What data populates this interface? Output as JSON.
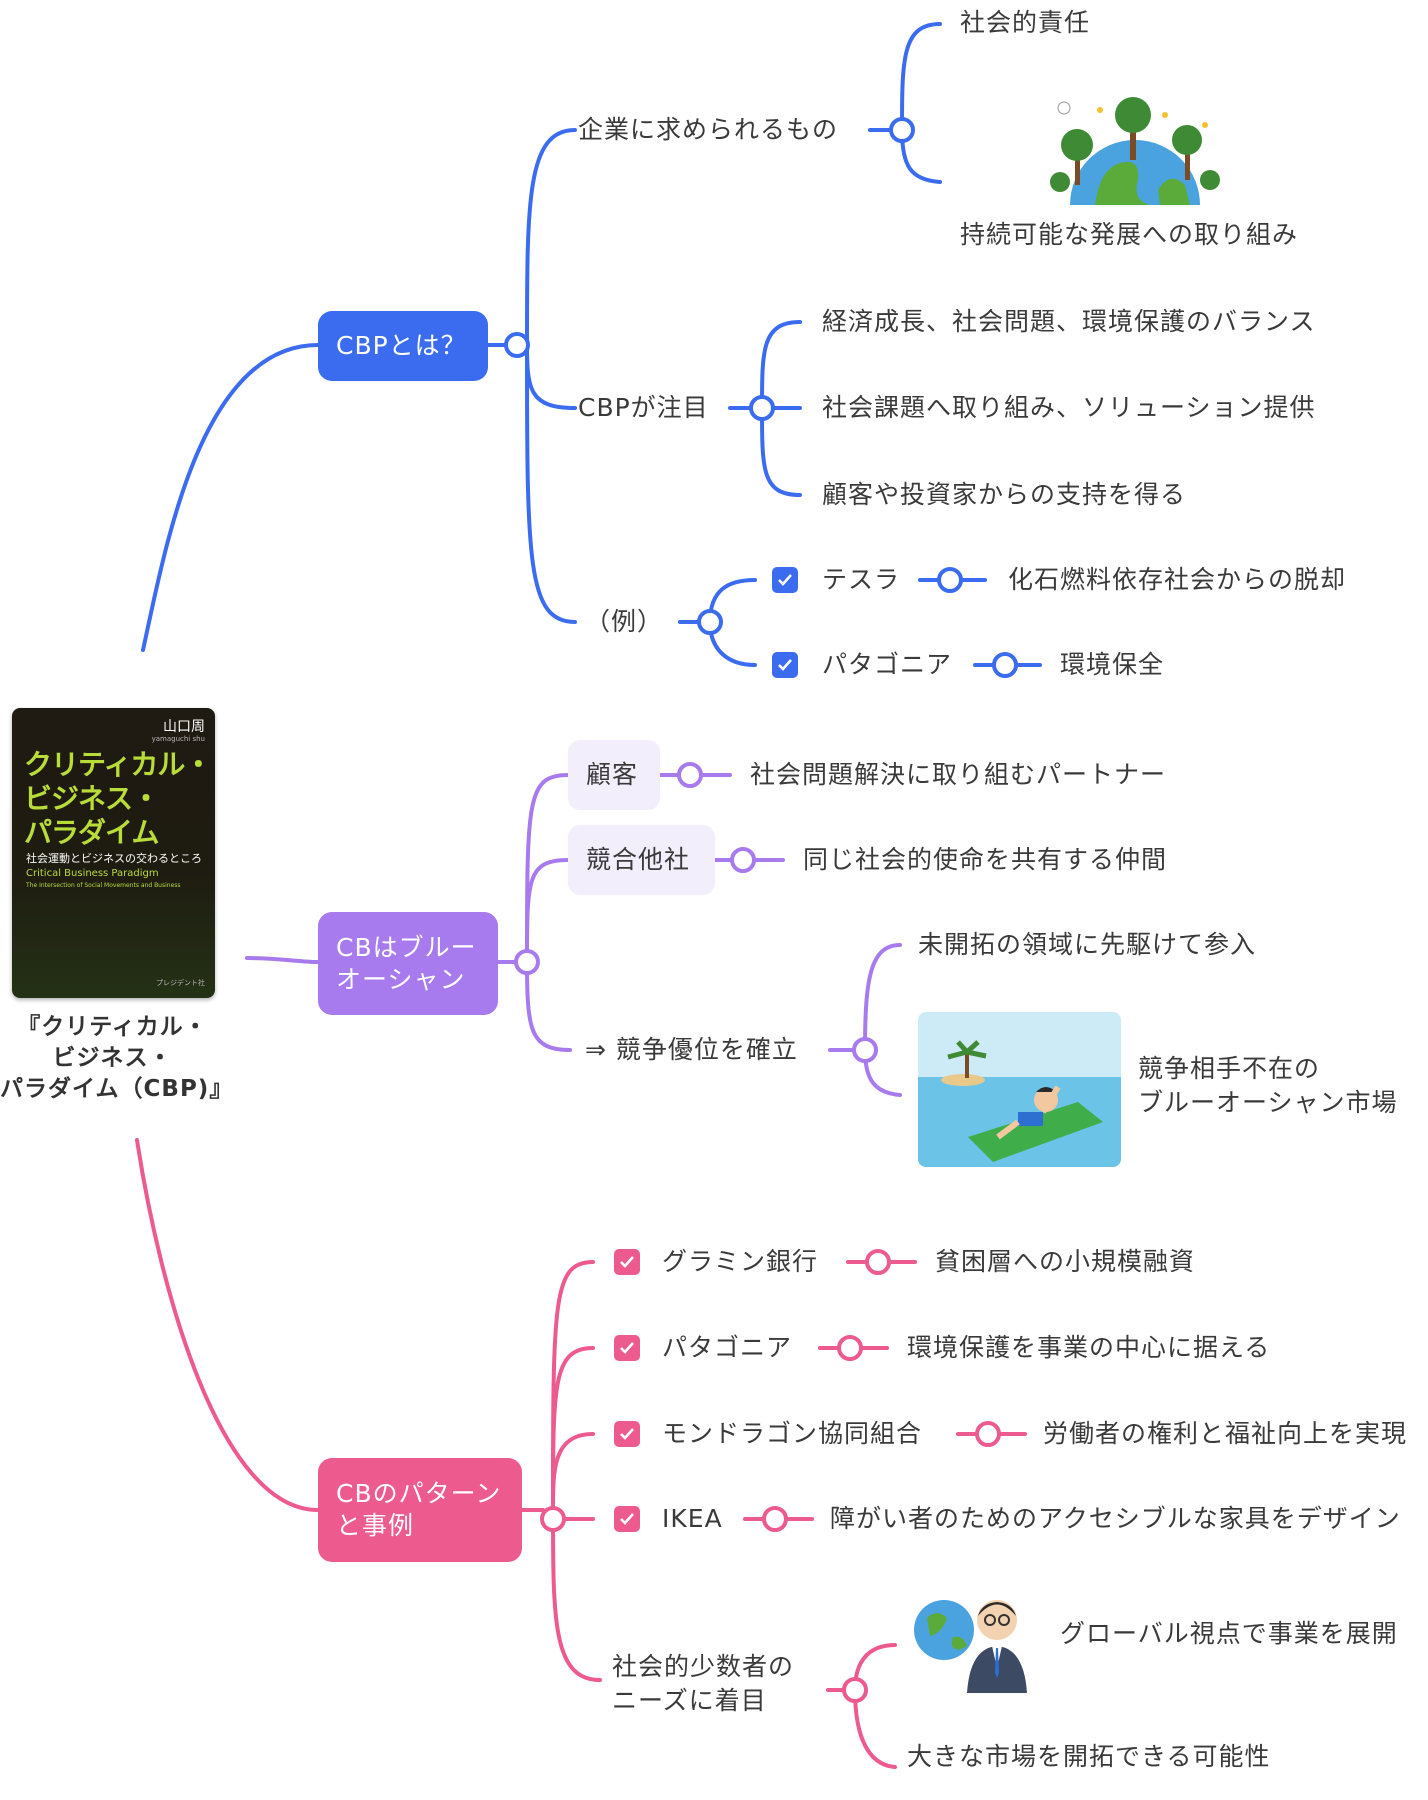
{
  "root": {
    "book_author": "山口周",
    "book_author_romaji": "yamaguchi shu",
    "book_title_lines": [
      "クリティカル・",
      "ビジネス・",
      "パラダイム"
    ],
    "book_subtitle": "社会運動とビジネスの交わるところ",
    "book_title_en": "Critical Business Paradigm",
    "book_subtitle_en": "The Intersection of Social Movements and Business",
    "book_publisher": "プレジデント社",
    "label_lines": [
      "『クリティカル・",
      "ビジネス・",
      "パラダイム（CBP)』"
    ]
  },
  "colors": {
    "blue": "#3b6cf0",
    "purple": "#a77bee",
    "pink": "#ec5a8e"
  },
  "branch1": {
    "title": "CBPとは？",
    "a": {
      "label": "企業に求められるもの",
      "c1": "社会的責任",
      "c2": "持続可能な発展への取り組み"
    },
    "b": {
      "label": "CBPが注目",
      "c1": "経済成長、社会問題、環境保護のバランス",
      "c2": "社会課題へ取り組み、ソリューション提供",
      "c3": "顧客や投資家からの支持を得る"
    },
    "c": {
      "label": "（例）",
      "e1": "テスラ",
      "e1v": "化石燃料依存社会からの脱却",
      "e2": "パタゴニア",
      "e2v": "環境保全"
    }
  },
  "branch2": {
    "title_lines": [
      "CBはブルー",
      "オーシャン"
    ],
    "a": {
      "label": "顧客",
      "value": "社会問題解決に取り組むパートナー"
    },
    "b": {
      "label": "競合他社",
      "value": "同じ社会的使命を共有する仲間"
    },
    "c": {
      "label": "⇒ 競争優位を確立",
      "c1": "未開拓の領域に先駆けて参入",
      "c2_lines": [
        "競争相手不在の",
        "ブルーオーシャン市場"
      ]
    }
  },
  "branch3": {
    "title_lines": [
      "CBのパターン",
      "と事例"
    ],
    "items": [
      {
        "name": "グラミン銀行",
        "value": "貧困層への小規模融資"
      },
      {
        "name": "パタゴニア",
        "value": "環境保護を事業の中心に据える"
      },
      {
        "name": "モンドラゴン協同組合",
        "value": "労働者の権利と福祉向上を実現"
      },
      {
        "name": "IKEA",
        "value": "障がい者のためのアクセシブルな家具をデザイン"
      }
    ],
    "e": {
      "label_lines": [
        "社会的少数者の",
        "ニーズに着目"
      ],
      "c1": "グローバル視点で事業を展開",
      "c2": "大きな市場を開拓できる可能性"
    }
  }
}
